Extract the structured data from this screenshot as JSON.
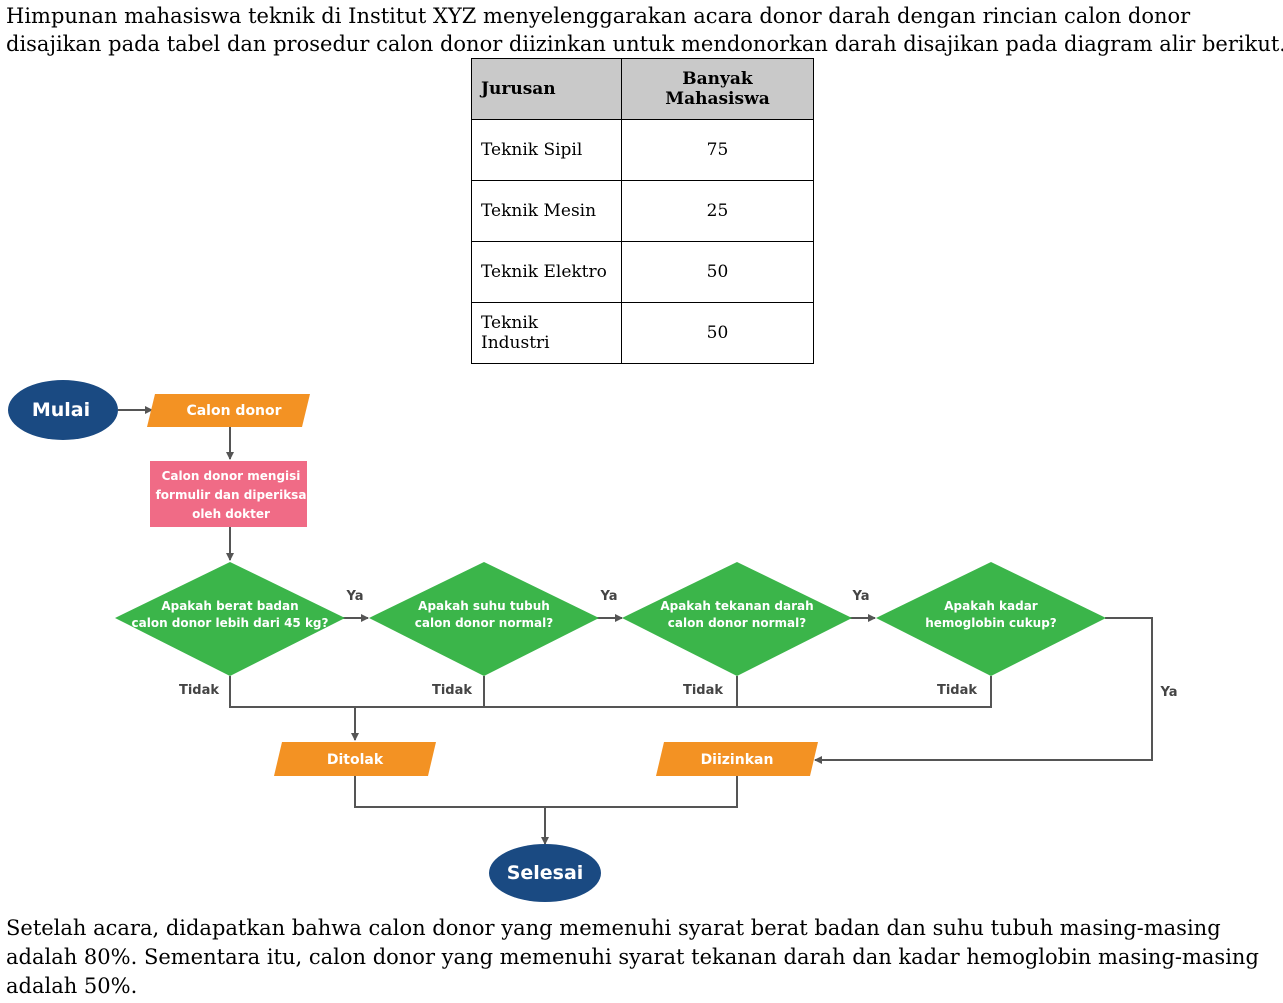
{
  "intro_text": "Himpunan mahasiswa teknik di Institut XYZ menyelenggarakan acara donor darah dengan rincian calon donor disajikan pada tabel dan prosedur calon donor diizinkan untuk mendonorkan darah disajikan pada diagram alir berikut.",
  "table": {
    "headers": [
      "Jurusan",
      "Banyak Mahasiswa"
    ],
    "rows": [
      [
        "Teknik Sipil",
        "75"
      ],
      [
        "Teknik Mesin",
        "25"
      ],
      [
        "Teknik Elektro",
        "50"
      ],
      [
        "Teknik Industri",
        "50"
      ]
    ]
  },
  "flowchart": {
    "start": "Mulai",
    "input": "Calon donor",
    "process": [
      "Calon donor mengisi",
      "formulir dan diperiksa",
      "oleh dokter"
    ],
    "decisions": [
      [
        "Apakah berat badan",
        "calon donor lebih dari 45 kg?"
      ],
      [
        "Apakah suhu tubuh",
        "calon donor normal?"
      ],
      [
        "Apakah tekanan darah",
        "calon donor normal?"
      ],
      [
        "Apakah kadar",
        "hemoglobin cukup?"
      ]
    ],
    "yes_label": "Ya",
    "no_label": "Tidak",
    "rejected": "Ditolak",
    "allowed": "Diizinkan",
    "end": "Selesai"
  },
  "outro_text": "Setelah acara, didapatkan bahwa calon donor yang memenuhi syarat berat badan dan suhu tubuh masing-masing adalah 80%. Sementara itu, calon donor yang memenuhi syarat tekanan darah dan kadar hemoglobin masing-masing adalah 50%.",
  "colors": {
    "terminal": "#1a4a82",
    "io": "#f39223",
    "process": "#f06b86",
    "decision": "#3bb54a",
    "line": "#555555",
    "table_header": "#c9c9c9"
  }
}
